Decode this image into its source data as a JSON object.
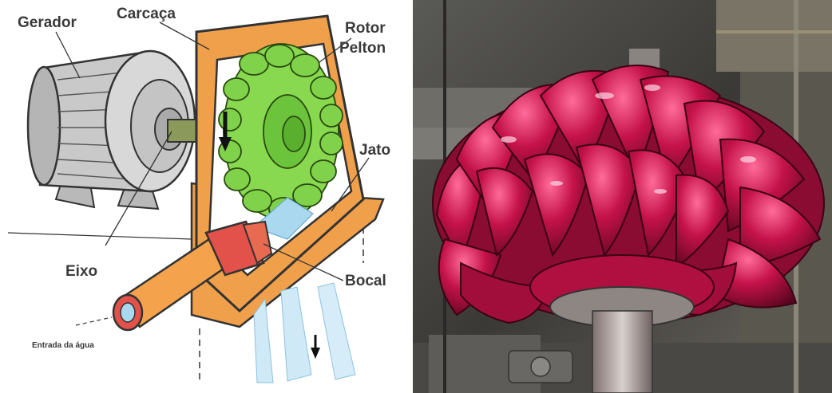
{
  "diagram": {
    "labels": {
      "gerador": "Gerador",
      "carcaca": "Carcaça",
      "rotor_line1": "Rotor",
      "rotor_line2": "Pelton",
      "jato": "Jato",
      "eixo": "Eixo",
      "bocal": "Bocal",
      "entrada": "Entrada da água"
    },
    "colors": {
      "housing": "#f0a04a",
      "rotor": "#7fd24a",
      "generator": "#c9c9c9",
      "pipe": "#e3524a",
      "water": "#a9d8ef"
    }
  },
  "photo": {
    "subject": "pelton-runner",
    "colors": {
      "buckets": "#c41249",
      "shaft": "#b8aaa8",
      "background": "#3d3b38"
    }
  }
}
